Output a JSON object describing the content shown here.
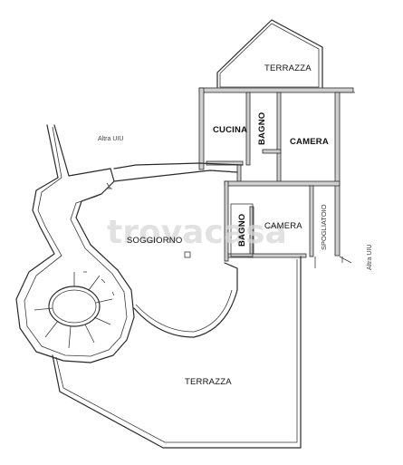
{
  "rooms": {
    "terrazza_top": "TERRAZZA",
    "cucina": "CUCINA",
    "bagno_upper": "BAGNO",
    "camera_upper": "CAMERA",
    "bagno_lower": "BAGNO",
    "camera_lower": "CAMERA",
    "spogliatoio": "SPOGLIATOIO",
    "soggiorno": "SOGGIORNO",
    "terrazza_bottom": "TERRAZZA"
  },
  "neighbors": {
    "left": "Altra UIU",
    "right": "Altra UIU"
  },
  "watermark": "trovacasa",
  "colors": {
    "wall": "#2a2a2a",
    "watermark": "#d8d8d8",
    "background": "#ffffff"
  }
}
